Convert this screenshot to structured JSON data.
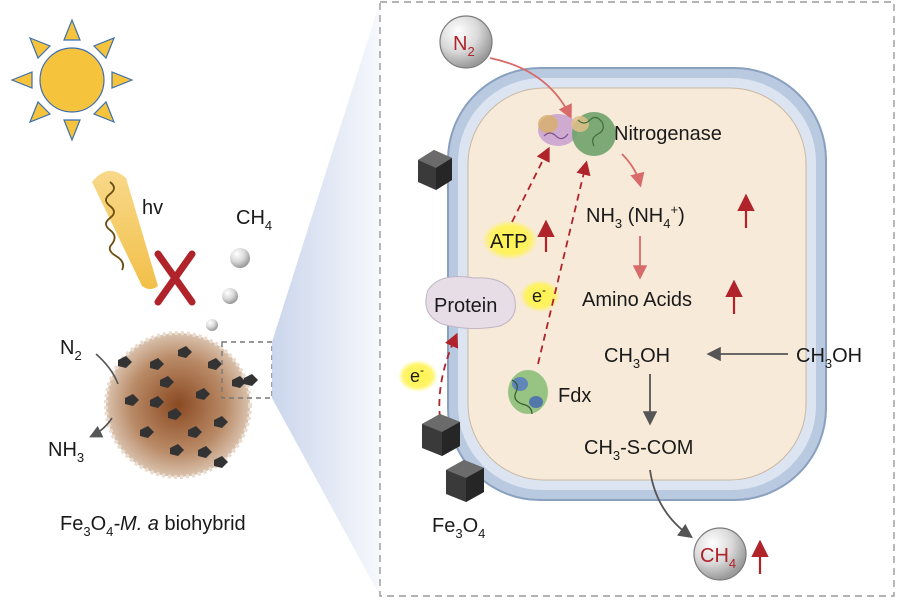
{
  "left": {
    "hv": "hv",
    "ch4": "CH",
    "ch4_sub": "4",
    "n2": "N",
    "n2_sub": "2",
    "nh3": "NH",
    "nh3_sub": "3",
    "caption_fe": "Fe",
    "caption_3": "3",
    "caption_o": "O",
    "caption_4": "4",
    "caption_ma": "-M. a",
    "caption_rest": " biohybrid"
  },
  "cell": {
    "n2_ball": "N",
    "n2_ball_sub": "2",
    "nitrogenase": "Nitrogenase",
    "atp": "ATP",
    "nh3_a": "NH",
    "nh3_a_sub": "3",
    "nh3_b": " (NH",
    "nh3_b_sub": "4",
    "nh3_b_sup": "+",
    "nh3_b_end": ")",
    "protein": "Protein",
    "electron": "e",
    "electron_sup": "-",
    "amino_acids": "Amino Acids",
    "ch3oh_in_a": "CH",
    "ch3oh_in_sub": "3",
    "ch3oh_in_b": "OH",
    "ch3oh_out_a": "CH",
    "ch3oh_out_sub": "3",
    "ch3oh_out_b": "OH",
    "fdx": "Fdx",
    "ch3scom_a": "CH",
    "ch3scom_sub": "3",
    "ch3scom_b": "-S-COM",
    "fe3o4_a": "Fe",
    "fe3o4_sub1": "3",
    "fe3o4_b": "O",
    "fe3o4_sub2": "4",
    "ch4_ball": "CH",
    "ch4_ball_sub": "4"
  },
  "colors": {
    "sun": "#f6c33c",
    "cell_fill": "#f8ead8",
    "membrane": "#9fb4cf",
    "red_arrow": "#b0232a",
    "highlight": "#fff34d",
    "panel_border": "#9a9a9a"
  }
}
